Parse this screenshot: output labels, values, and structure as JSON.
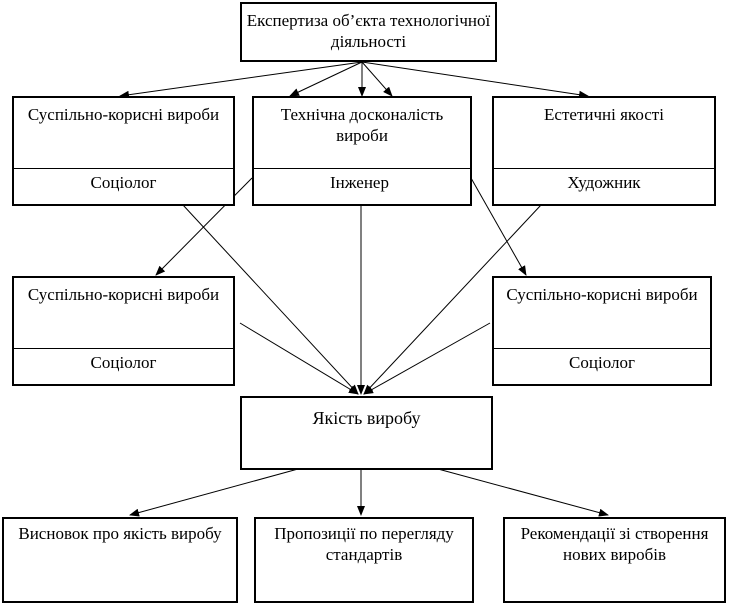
{
  "diagram": {
    "top": {
      "title": "Експертиза об’єкта технологічної діяльності"
    },
    "row1": [
      {
        "title": "Суспільно-корисні вироби",
        "role": "Соціолог"
      },
      {
        "title": "Технічна досконалість вироби",
        "role": "Інженер"
      },
      {
        "title": "Естетичні якості",
        "role": "Художник"
      }
    ],
    "row2": [
      {
        "title": "Суспільно-корисні вироби",
        "role": "Соціолог"
      },
      {
        "title": "Суспільно-корисні вироби",
        "role": "Соціолог"
      }
    ],
    "center": {
      "title": "Якість виробу"
    },
    "bottom": [
      {
        "title": "Висновок про якість виробу"
      },
      {
        "title": "Пропозиції по перегляду стандартів"
      },
      {
        "title": "Рекомендації зі створення нових виробів"
      }
    ]
  }
}
